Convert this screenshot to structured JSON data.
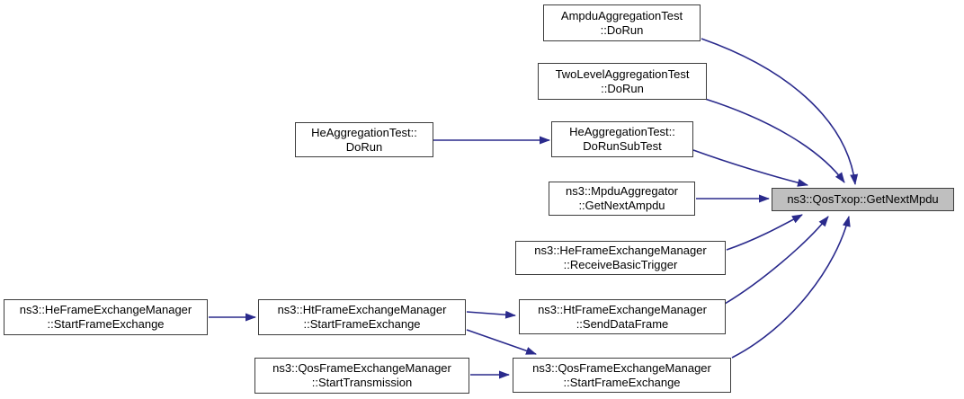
{
  "diagram": {
    "type": "doxygen-call-graph",
    "target_function": "ns3::QosTxop::GetNextMpdu",
    "colors": {
      "background": "#ffffff",
      "node_fill": "#ffffff",
      "node_border": "#3c3c3c",
      "highlight_node_fill": "#bfbfbf",
      "edge": "#2a2a8c",
      "text": "#000000"
    }
  },
  "nodes": [
    {
      "id": "ampdu-aggregation-test-dorun",
      "line1": "AmpduAggregationTest",
      "line2": "::DoRun"
    },
    {
      "id": "two-level-aggregation-test-dorun",
      "line1": "TwoLevelAggregationTest",
      "line2": "::DoRun"
    },
    {
      "id": "he-aggregation-test-dorun",
      "line1": "HeAggregationTest::",
      "line2": "DoRun"
    },
    {
      "id": "he-aggregation-test-dorunsubtest",
      "line1": "HeAggregationTest::",
      "line2": "DoRunSubTest"
    },
    {
      "id": "mpdu-aggregator-getnextampdu",
      "line1": "ns3::MpduAggregator",
      "line2": "::GetNextAmpdu"
    },
    {
      "id": "he-frame-exchange-manager-receivebasictrigger",
      "line1": "ns3::HeFrameExchangeManager",
      "line2": "::ReceiveBasicTrigger"
    },
    {
      "id": "ht-frame-exchange-manager-senddataframe",
      "line1": "ns3::HtFrameExchangeManager",
      "line2": "::SendDataFrame"
    },
    {
      "id": "he-frame-exchange-manager-startframeexchange",
      "line1": "ns3::HeFrameExchangeManager",
      "line2": "::StartFrameExchange"
    },
    {
      "id": "ht-frame-exchange-manager-startframeexchange",
      "line1": "ns3::HtFrameExchangeManager",
      "line2": "::StartFrameExchange"
    },
    {
      "id": "qos-frame-exchange-manager-starttransmission",
      "line1": "ns3::QosFrameExchangeManager",
      "line2": "::StartTransmission"
    },
    {
      "id": "qos-frame-exchange-manager-startframeexchange",
      "line1": "ns3::QosFrameExchangeManager",
      "line2": "::StartFrameExchange"
    },
    {
      "id": "qos-txop-getnextmpdu",
      "line1": "ns3::QosTxop::GetNextMpdu"
    }
  ],
  "edges": [
    {
      "from": "AmpduAggregationTest::DoRun",
      "to": "ns3::QosTxop::GetNextMpdu"
    },
    {
      "from": "TwoLevelAggregationTest::DoRun",
      "to": "ns3::QosTxop::GetNextMpdu"
    },
    {
      "from": "HeAggregationTest::DoRun",
      "to": "HeAggregationTest::DoRunSubTest"
    },
    {
      "from": "HeAggregationTest::DoRunSubTest",
      "to": "ns3::QosTxop::GetNextMpdu"
    },
    {
      "from": "ns3::MpduAggregator::GetNextAmpdu",
      "to": "ns3::QosTxop::GetNextMpdu"
    },
    {
      "from": "ns3::HeFrameExchangeManager::ReceiveBasicTrigger",
      "to": "ns3::QosTxop::GetNextMpdu"
    },
    {
      "from": "ns3::HtFrameExchangeManager::SendDataFrame",
      "to": "ns3::QosTxop::GetNextMpdu"
    },
    {
      "from": "ns3::QosFrameExchangeManager::StartFrameExchange",
      "to": "ns3::QosTxop::GetNextMpdu"
    },
    {
      "from": "ns3::HeFrameExchangeManager::StartFrameExchange",
      "to": "ns3::HtFrameExchangeManager::StartFrameExchange"
    },
    {
      "from": "ns3::HtFrameExchangeManager::StartFrameExchange",
      "to": "ns3::HtFrameExchangeManager::SendDataFrame"
    },
    {
      "from": "ns3::HtFrameExchangeManager::StartFrameExchange",
      "to": "ns3::QosFrameExchangeManager::StartFrameExchange"
    },
    {
      "from": "ns3::QosFrameExchangeManager::StartTransmission",
      "to": "ns3::QosFrameExchangeManager::StartFrameExchange"
    }
  ]
}
